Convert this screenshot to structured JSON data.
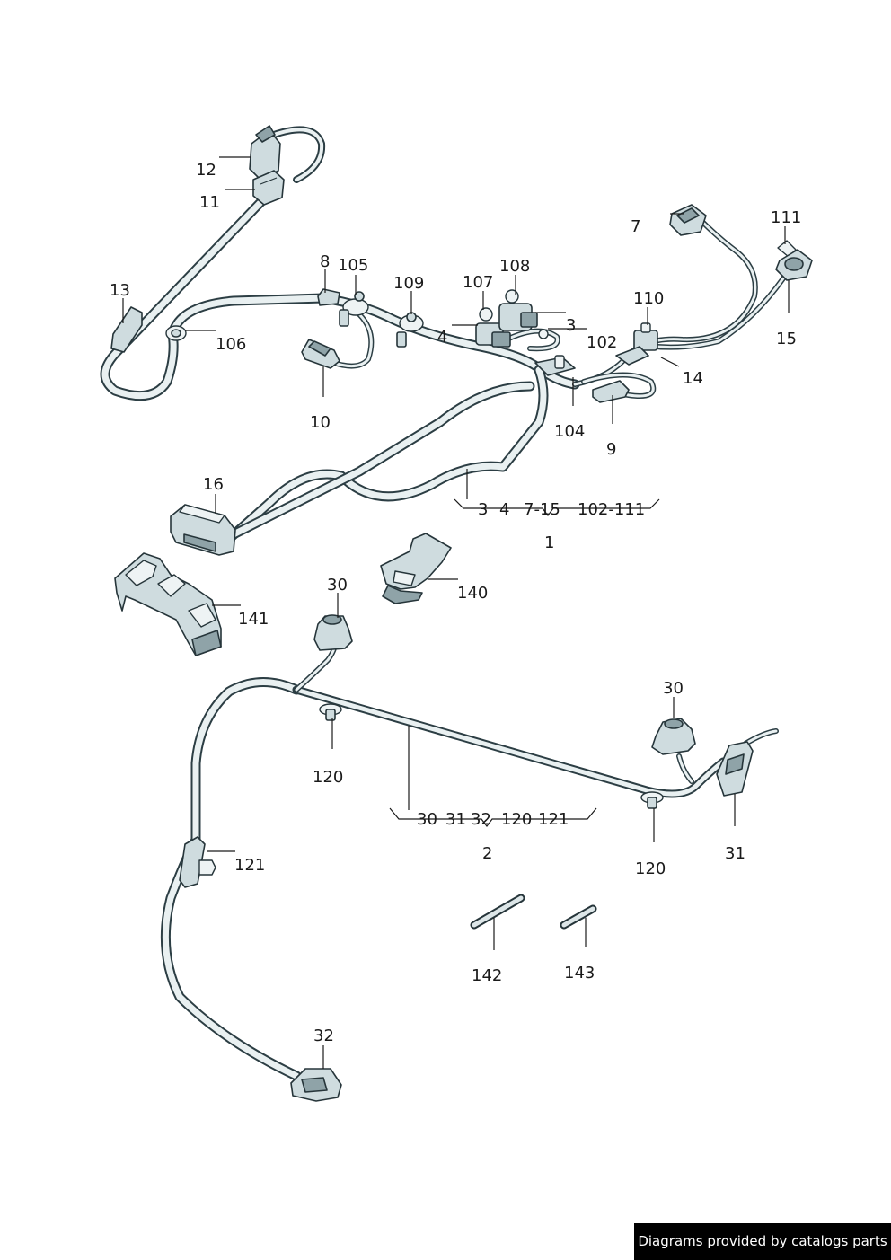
{
  "callouts": {
    "c12": "12",
    "c11": "11",
    "c13": "13",
    "c8": "8",
    "c105": "105",
    "c109": "109",
    "c107": "107",
    "c108": "108",
    "c7": "7",
    "c111": "111",
    "c110": "110",
    "c3": "3",
    "c4": "4",
    "c102": "102",
    "c106": "106",
    "c14": "14",
    "c15": "15",
    "c10": "10",
    "c104": "104",
    "c9": "9",
    "c16": "16",
    "c1": "1",
    "c140": "140",
    "c141": "141",
    "c30a": "30",
    "c30b": "30",
    "c120a": "120",
    "c120b": "120",
    "c31": "31",
    "c2": "2",
    "c121": "121",
    "c142": "142",
    "c143": "143",
    "c32": "32"
  },
  "groups": {
    "harness1": {
      "members": [
        "3",
        "4",
        "7-15",
        "102-111"
      ],
      "number": "1"
    },
    "harness2": {
      "members": [
        "30",
        "31",
        "32",
        "120",
        "121"
      ],
      "number": "2"
    }
  },
  "footer": {
    "credit": "Diagrams provided by catalogs parts"
  }
}
